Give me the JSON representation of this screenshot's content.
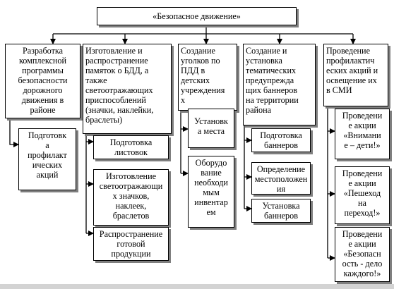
{
  "root": {
    "title": "«Безопасное движение»"
  },
  "columns": [
    {
      "header": "Разработка\nкомплексной\nпрограммы\nбезопасности\nдорожного\nдвижения в\nрайоне",
      "items": [
        "Подготовк\nа\nпрофилакт\nических\nакций"
      ]
    },
    {
      "header": "Изготовление и\nраспространение\nпамяток о БДД, а\nтакже\nсветоотражающих\nприспособлений\n(значки, наклейки,\nбраслеты)",
      "items": [
        "Подготовка\nлистовок",
        "Изготовление\nсветоотражающи\nх значков,\nнаклеек,\nбраслетов",
        "Распространение\nготовой\nпродукции"
      ]
    },
    {
      "header": "Создание\nуголков по\nПДД в\nдетских\nучреждения\nх",
      "items": [
        "Установк\nа места",
        "Оборудо\nвание\nнеобходи\nмым\nинвентар\nем"
      ]
    },
    {
      "header": "Создание и\nустановка\nтематических\nпредупрежда\nщих баннеров\nна территории\nрайона",
      "items": [
        "Подготовка\nбаннеров",
        "Определение\nместоположен\nия",
        "Установка\nбаннеров"
      ]
    },
    {
      "header": "Проведение\nпрофилактич\nеских акций и\nосвещение их\nв СМИ",
      "items": [
        "Проведени\nе акции\n«Внимани\nе – дети!»",
        "Проведени\nе акции\n«Пешеход\nна\nпереход!»",
        "Проведени\nе акции\n«Безопасн\nость - дело\nкаждого!»"
      ]
    }
  ]
}
